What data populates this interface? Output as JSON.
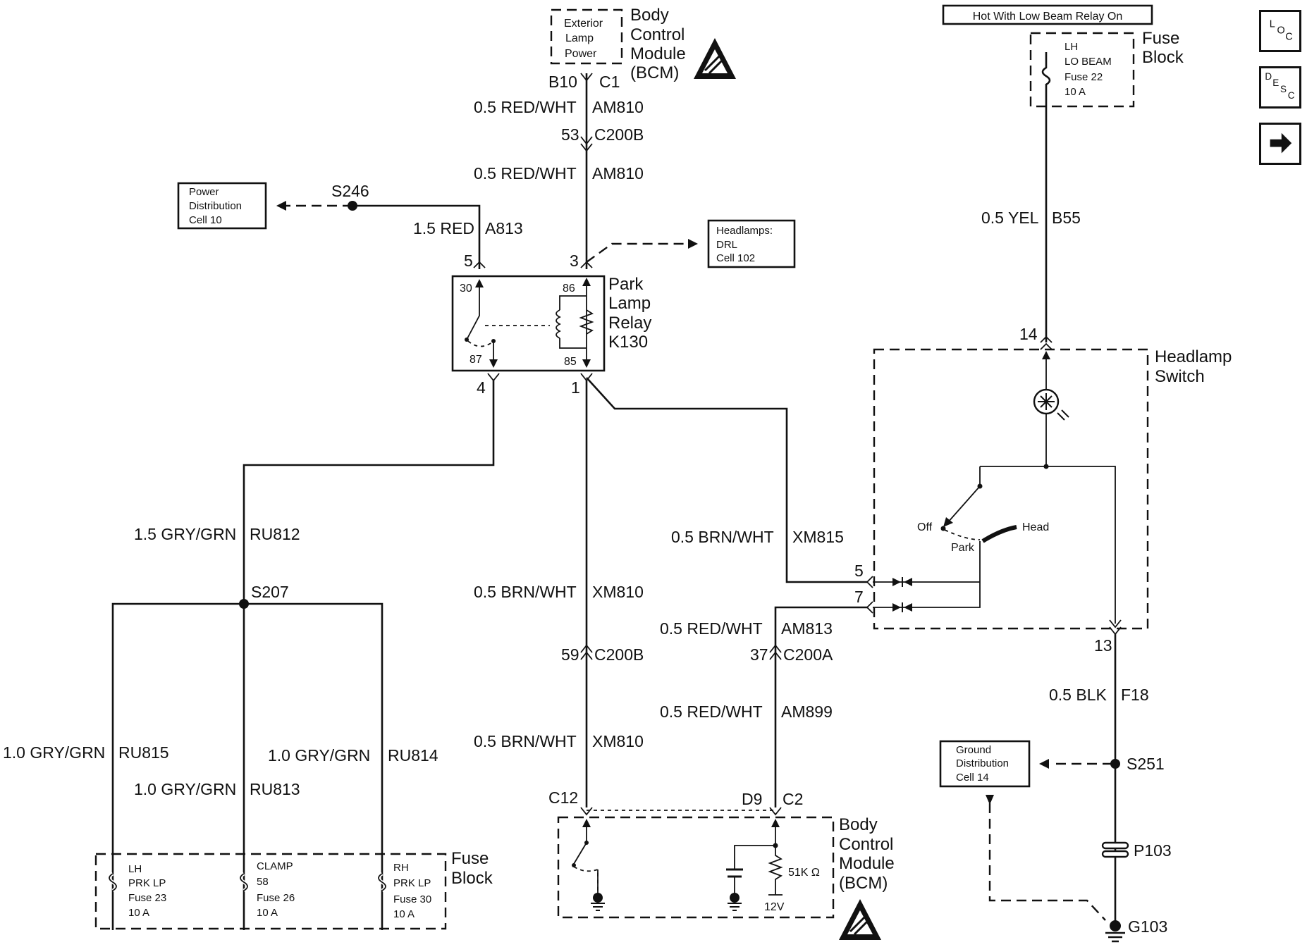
{
  "bcm_top": {
    "box": [
      "Exterior",
      "Lamp",
      "Power"
    ],
    "title": [
      "Body",
      "Control",
      "Module",
      "(BCM)"
    ],
    "pin_left": "B10",
    "pin_right": "C1"
  },
  "wires_center": {
    "w1": {
      "gauge": "0.5 RED/WHT",
      "circuit": "AM810"
    },
    "conn1": {
      "pin": "53",
      "name": "C200B"
    },
    "w2": {
      "gauge": "0.5 RED/WHT",
      "circuit": "AM810"
    }
  },
  "power_dist": {
    "lines": [
      "Power",
      "Distribution",
      "Cell 10"
    ]
  },
  "splice_s246": "S246",
  "wire_a813": {
    "gauge": "1.5 RED",
    "circuit": "A813"
  },
  "headlamps_drl": {
    "lines": [
      "Headlamps:",
      "DRL",
      "Cell 102"
    ]
  },
  "relay": {
    "title": [
      "Park",
      "Lamp",
      "Relay",
      "K130"
    ],
    "pin5": "5",
    "pin3": "3",
    "pin4": "4",
    "pin1": "1",
    "t30": "30",
    "t86": "86",
    "t87": "87",
    "t85": "85"
  },
  "fuse_block_top": {
    "header": "Hot With Low Beam Relay On",
    "fuse_lines": [
      "LH",
      "LO BEAM",
      "Fuse 22",
      "10 A"
    ],
    "title": [
      "Fuse",
      "Block"
    ]
  },
  "wire_b55": {
    "gauge": "0.5 YEL",
    "circuit": "B55"
  },
  "headlamp_switch": {
    "pin14": "14",
    "title": [
      "Headlamp",
      "Switch"
    ],
    "off": "Off",
    "park": "Park",
    "head": "Head",
    "pin5": "5",
    "pin7": "7",
    "pin13": "13"
  },
  "wire_ru812": {
    "gauge": "1.5 GRY/GRN",
    "circuit": "RU812"
  },
  "splice_s207": "S207",
  "wire_ru815": {
    "gauge": "1.0 GRY/GRN",
    "circuit": "RU815"
  },
  "wire_ru813": {
    "gauge": "1.0 GRY/GRN",
    "circuit": "RU813"
  },
  "wire_ru814": {
    "gauge": "1.0 GRY/GRN",
    "circuit": "RU814"
  },
  "fuse_block_bottom": {
    "fuse_lh": [
      "LH",
      "PRK LP",
      "Fuse 23",
      "10 A"
    ],
    "fuse_clamp": [
      "CLAMP",
      "58",
      "Fuse 26",
      "10 A"
    ],
    "fuse_rh": [
      "RH",
      "PRK LP",
      "Fuse 30",
      "10 A"
    ],
    "title": [
      "Fuse",
      "Block"
    ]
  },
  "wire_xm810_a": {
    "gauge": "0.5 BRN/WHT",
    "circuit": "XM810"
  },
  "conn_c200b_59": {
    "pin": "59",
    "name": "C200B"
  },
  "wire_xm810_b": {
    "gauge": "0.5 BRN/WHT",
    "circuit": "XM810"
  },
  "wire_xm815": {
    "gauge": "0.5 BRN/WHT",
    "circuit": "XM815"
  },
  "wire_am813": {
    "gauge": "0.5 RED/WHT",
    "circuit": "AM813"
  },
  "conn_c200a_37": {
    "pin": "37",
    "name": "C200A"
  },
  "wire_am899": {
    "gauge": "0.5 RED/WHT",
    "circuit": "AM899"
  },
  "bcm_bottom": {
    "pin_c12": "C12",
    "pin_d9": "D9",
    "pin_c2": "C2",
    "resistor": "51K Ω",
    "voltage": "12V",
    "title": [
      "Body",
      "Control",
      "Module",
      "(BCM)"
    ]
  },
  "wire_f18": {
    "gauge": "0.5 BLK",
    "circuit": "F18"
  },
  "ground_dist": {
    "lines": [
      "Ground",
      "Distribution",
      "Cell 14"
    ]
  },
  "splice_s251": "S251",
  "p103": "P103",
  "g103": "G103",
  "side_buttons": {
    "loc": {
      "letters": [
        "L",
        "O",
        "C"
      ]
    },
    "desc": {
      "letters": [
        "D",
        "E",
        "S",
        "C"
      ]
    },
    "next": {
      "icon": "arrow-right-icon"
    }
  }
}
